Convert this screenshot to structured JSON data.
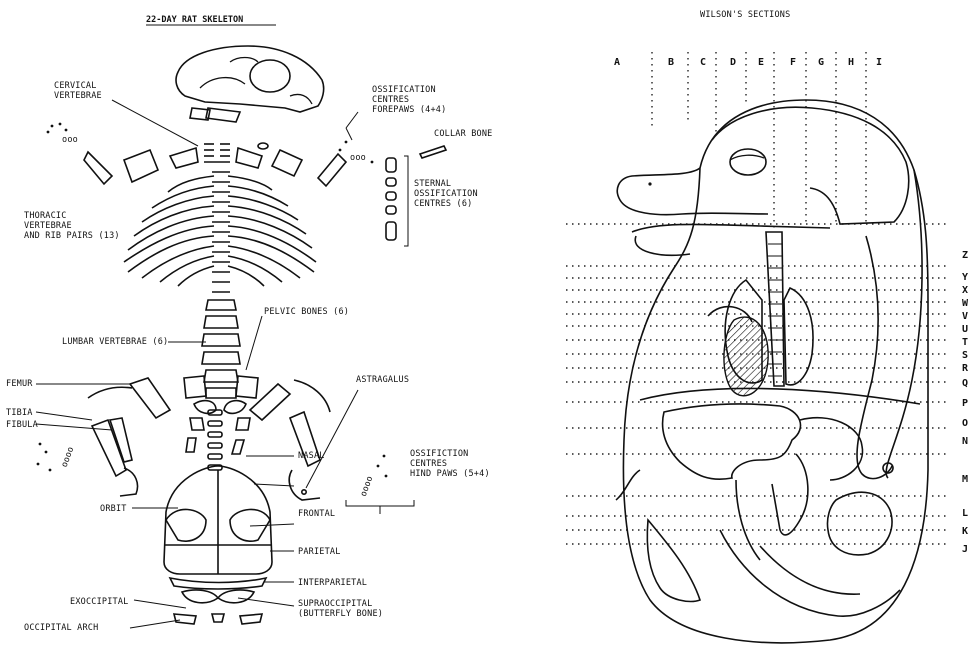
{
  "rat_skeleton": {
    "title": "22-DAY RAT SKELETON",
    "labels": {
      "cervical_1": "CERVICAL",
      "cervical_2": "VERTEBRAE",
      "forepaw_1": "OSSIFICATION",
      "forepaw_2": "CENTRES",
      "forepaw_3": "FOREPAWS (4+4)",
      "collar_bone": "COLLAR BONE",
      "sternal_1": "STERNAL",
      "sternal_2": "OSSIFICATION",
      "sternal_3": "CENTRES (6)",
      "thoracic_1": "THORACIC",
      "thoracic_2": "VERTEBRAE",
      "thoracic_3": "AND RIB PAIRS (13)",
      "lumbar": "LUMBAR VERTEBRAE (6)",
      "pelvic": "PELVIC BONES (6)",
      "astragalus": "ASTRAGALUS",
      "femur": "FEMUR",
      "tibia": "TIBIA",
      "fibula": "FIBULA",
      "hindpaw_1": "OSSIFICTION",
      "hindpaw_2": "CENTRES",
      "hindpaw_3": "HIND PAWS (5+4)",
      "nasal": "NASAL",
      "orbit": "ORBIT",
      "frontal": "FRONTAL",
      "parietal": "PARIETAL",
      "interparietal": "INTERPARIETAL",
      "exoccipital": "EXOCCIPITAL",
      "supraoccipital_1": "SUPRAOCCIPITAL",
      "supraoccipital_2": "(BUTTERFLY BONE)",
      "occipital_arch": "OCCIPITAL ARCH"
    }
  },
  "wilson_sections": {
    "title": "WILSON'S SECTIONS",
    "columns": [
      "A",
      "B",
      "C",
      "D",
      "E",
      "F",
      "G",
      "H",
      "I"
    ],
    "rows": [
      "Z",
      "Y",
      "X",
      "W",
      "V",
      "U",
      "T",
      "S",
      "R",
      "Q",
      "P",
      "O",
      "N",
      "M",
      "L",
      "K",
      "J"
    ]
  }
}
